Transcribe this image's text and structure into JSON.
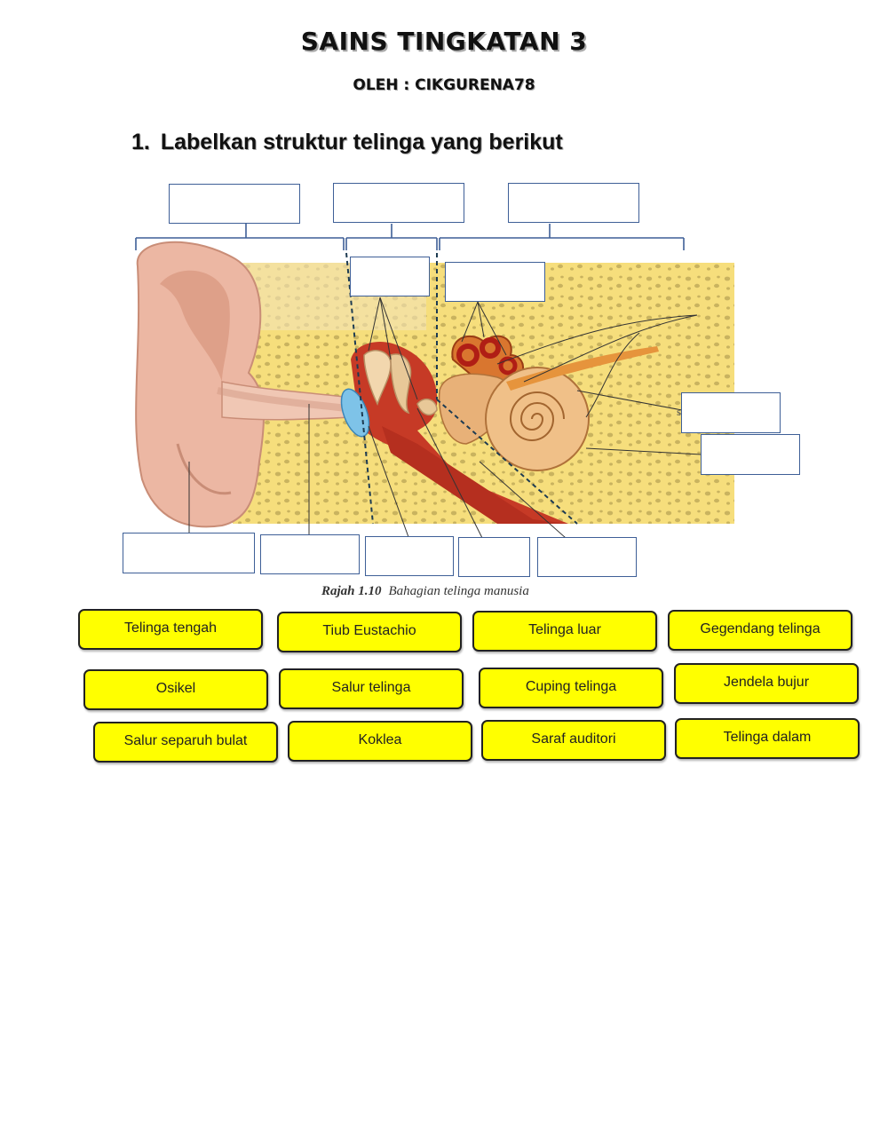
{
  "title": "SAINS TINGKATAN 3",
  "subtitle": "OLEH : CIKGURENA78",
  "question": {
    "number": "1.",
    "text": "Labelkan struktur telinga yang berikut"
  },
  "diagram": {
    "caption_number": "Rajah 1.10",
    "caption_text": "Bahagian telinga manusia",
    "stray_letter": "s"
  },
  "label_chips": [
    "Telinga tengah",
    "Tiub Eustachio",
    "Telinga luar",
    "Gegendang telinga",
    "Osikel",
    "Salur telinga",
    "Cuping telinga",
    "Jendela bujur",
    "Salur separuh bulat",
    "Koklea",
    "Saraf auditori",
    "Telinga dalam"
  ],
  "colors": {
    "chip_fill": "#ffff00",
    "box_border": "#3e5f97"
  }
}
